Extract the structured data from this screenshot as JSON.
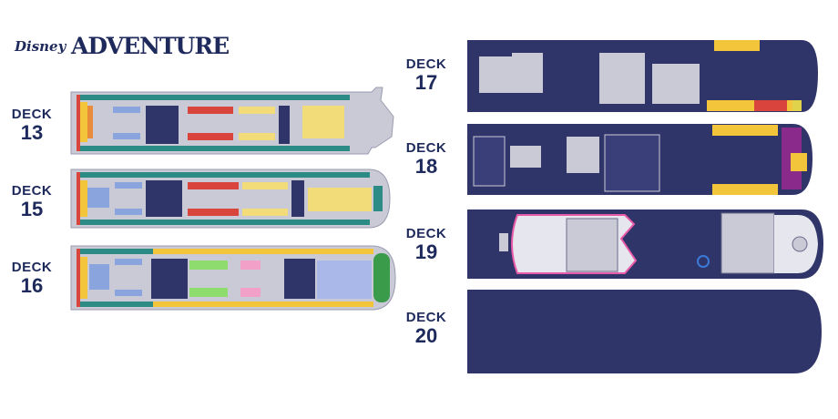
{
  "brand": {
    "line1": "Disney",
    "line2": "ADVENTURE"
  },
  "deck_word": "DECK",
  "decks": [
    {
      "number": "13"
    },
    {
      "number": "15"
    },
    {
      "number": "16"
    },
    {
      "number": "17"
    },
    {
      "number": "18"
    },
    {
      "number": "19"
    },
    {
      "number": "20"
    }
  ],
  "colors": {
    "navy": "#2f3469",
    "hull": "#c9cad6",
    "teal": "#2d8b86",
    "yellow": "#f2c53a",
    "red": "#d9453c",
    "pink": "#e85aa8",
    "green": "#3a9b4a",
    "purple": "#8a2a8a",
    "blue": "#5b7fd1"
  }
}
